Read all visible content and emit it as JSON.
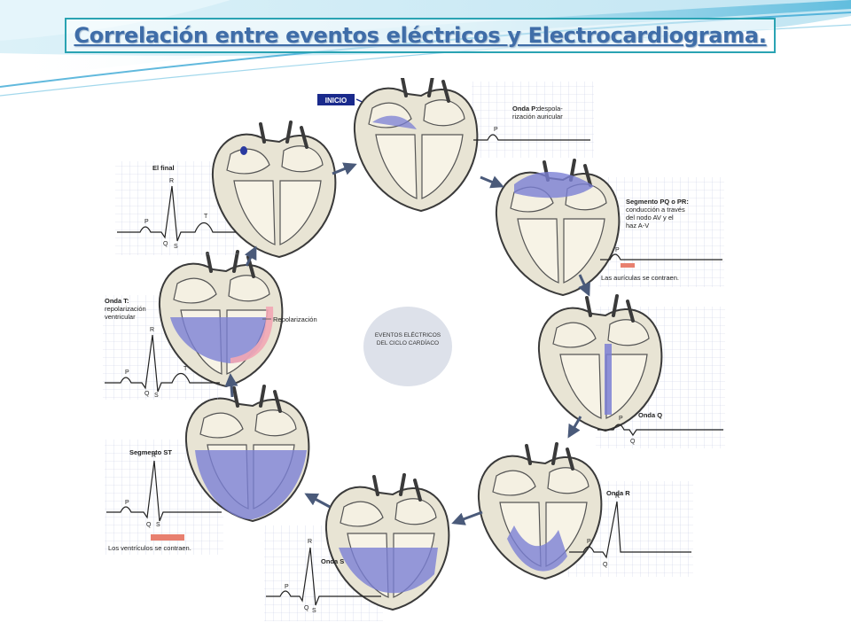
{
  "slide": {
    "title": "Correlación entre eventos eléctricos y Electrocardiograma."
  },
  "diagram": {
    "start_badge": "INICIO",
    "center": {
      "line1": "EVENTOS ELÉCTRICOS",
      "line2": "DEL CICLO CARDÍACO"
    },
    "stages": {
      "p_wave": {
        "title": "Onda P:",
        "title_rest": "despola-",
        "desc2": "rización auricular"
      },
      "pq_segment": {
        "title": "Segmento PQ o PR:",
        "desc1": "conducción a través",
        "desc2": "del nodo AV y el",
        "desc3": "haz A-V",
        "caption": "Las aurículas se contraen."
      },
      "q_wave": {
        "title": "Onda Q"
      },
      "r_wave": {
        "title": "Onda R"
      },
      "s_wave": {
        "title": "Onda S"
      },
      "st_segment": {
        "title": "Segmento ST",
        "caption": "Los ventrículos se contraen."
      },
      "t_wave": {
        "title": "Onda T:",
        "desc1": "repolarización",
        "desc2": "ventricular",
        "callout": "Repolarización"
      },
      "end": {
        "title": "El final"
      }
    },
    "ecg_letters": {
      "p": "P",
      "q": "Q",
      "r": "R",
      "s": "S",
      "t": "T"
    },
    "colors": {
      "depolarized": "#7b7fd4",
      "repolarized": "#f2a6b4",
      "title_text": "#3f6da8",
      "title_border": "#2aa3b3",
      "ecg_grid": "#b9c2da",
      "arrow": "#4a5a7a"
    }
  }
}
